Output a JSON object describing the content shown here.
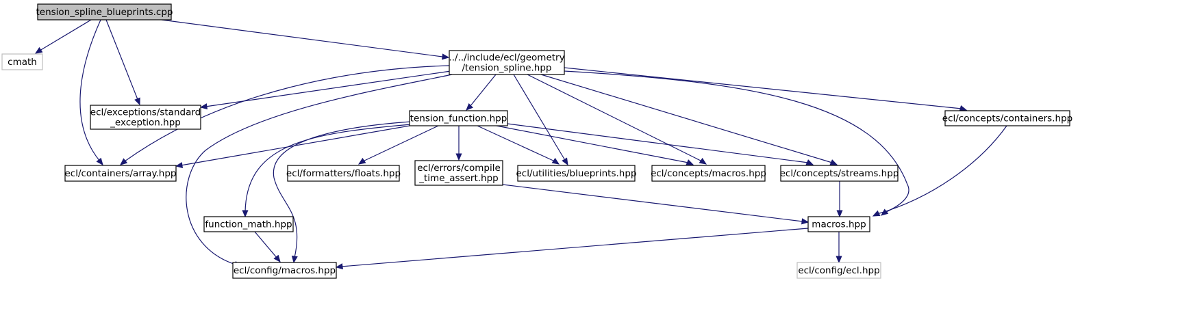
{
  "colors": {
    "edge": "#191970",
    "root_fill": "#bfbfbf",
    "node_fill": "#ffffff",
    "node_border": "#000000",
    "external_border": "#bfbfbf",
    "text": "#000000"
  },
  "nodes": {
    "tension_spline_blueprints_cpp": {
      "lines": [
        "tension_spline_blueprints.cpp"
      ],
      "kind": "root"
    },
    "cmath": {
      "lines": [
        "cmath"
      ],
      "kind": "external"
    },
    "tension_spline_hpp": {
      "lines": [
        "../../include/ecl/geometry",
        "/tension_spline.hpp"
      ],
      "kind": "header"
    },
    "standard_exception_hpp": {
      "lines": [
        "ecl/exceptions/standard",
        "_exception.hpp"
      ],
      "kind": "header"
    },
    "containers_array_hpp": {
      "lines": [
        "ecl/containers/array.hpp"
      ],
      "kind": "header"
    },
    "tension_function_hpp": {
      "lines": [
        "tension_function.hpp"
      ],
      "kind": "header"
    },
    "concepts_containers_hpp": {
      "lines": [
        "ecl/concepts/containers.hpp"
      ],
      "kind": "header"
    },
    "formatters_floats_hpp": {
      "lines": [
        "ecl/formatters/floats.hpp"
      ],
      "kind": "header"
    },
    "compile_time_assert_hpp": {
      "lines": [
        "ecl/errors/compile",
        "_time_assert.hpp"
      ],
      "kind": "header"
    },
    "utilities_blueprints_hpp": {
      "lines": [
        "ecl/utilities/blueprints.hpp"
      ],
      "kind": "header"
    },
    "concepts_macros_hpp": {
      "lines": [
        "ecl/concepts/macros.hpp"
      ],
      "kind": "header"
    },
    "concepts_streams_hpp": {
      "lines": [
        "ecl/concepts/streams.hpp"
      ],
      "kind": "header"
    },
    "function_math_hpp": {
      "lines": [
        "function_math.hpp"
      ],
      "kind": "header"
    },
    "macros_hpp": {
      "lines": [
        "macros.hpp"
      ],
      "kind": "header"
    },
    "config_macros_hpp": {
      "lines": [
        "ecl/config/macros.hpp"
      ],
      "kind": "header"
    },
    "config_ecl_hpp": {
      "lines": [
        "ecl/config/ecl.hpp"
      ],
      "kind": "external"
    }
  },
  "edges": [
    {
      "from": "tension_spline_blueprints_cpp",
      "to": "cmath"
    },
    {
      "from": "tension_spline_blueprints_cpp",
      "to": "tension_spline_hpp"
    },
    {
      "from": "tension_spline_blueprints_cpp",
      "to": "standard_exception_hpp"
    },
    {
      "from": "tension_spline_blueprints_cpp",
      "to": "containers_array_hpp"
    },
    {
      "from": "tension_spline_hpp",
      "to": "standard_exception_hpp"
    },
    {
      "from": "tension_spline_hpp",
      "to": "containers_array_hpp"
    },
    {
      "from": "tension_spline_hpp",
      "to": "tension_function_hpp"
    },
    {
      "from": "tension_spline_hpp",
      "to": "utilities_blueprints_hpp"
    },
    {
      "from": "tension_spline_hpp",
      "to": "concepts_macros_hpp"
    },
    {
      "from": "tension_spline_hpp",
      "to": "concepts_streams_hpp"
    },
    {
      "from": "tension_spline_hpp",
      "to": "concepts_containers_hpp"
    },
    {
      "from": "tension_spline_hpp",
      "to": "macros_hpp"
    },
    {
      "from": "tension_spline_hpp",
      "to": "config_macros_hpp"
    },
    {
      "from": "tension_function_hpp",
      "to": "containers_array_hpp"
    },
    {
      "from": "tension_function_hpp",
      "to": "function_math_hpp"
    },
    {
      "from": "tension_function_hpp",
      "to": "config_macros_hpp"
    },
    {
      "from": "tension_function_hpp",
      "to": "formatters_floats_hpp"
    },
    {
      "from": "tension_function_hpp",
      "to": "compile_time_assert_hpp"
    },
    {
      "from": "tension_function_hpp",
      "to": "utilities_blueprints_hpp"
    },
    {
      "from": "tension_function_hpp",
      "to": "concepts_macros_hpp"
    },
    {
      "from": "tension_function_hpp",
      "to": "concepts_streams_hpp"
    },
    {
      "from": "concepts_containers_hpp",
      "to": "macros_hpp"
    },
    {
      "from": "compile_time_assert_hpp",
      "to": "macros_hpp"
    },
    {
      "from": "concepts_streams_hpp",
      "to": "macros_hpp"
    },
    {
      "from": "function_math_hpp",
      "to": "config_macros_hpp"
    },
    {
      "from": "macros_hpp",
      "to": "config_macros_hpp"
    },
    {
      "from": "macros_hpp",
      "to": "config_ecl_hpp"
    }
  ]
}
